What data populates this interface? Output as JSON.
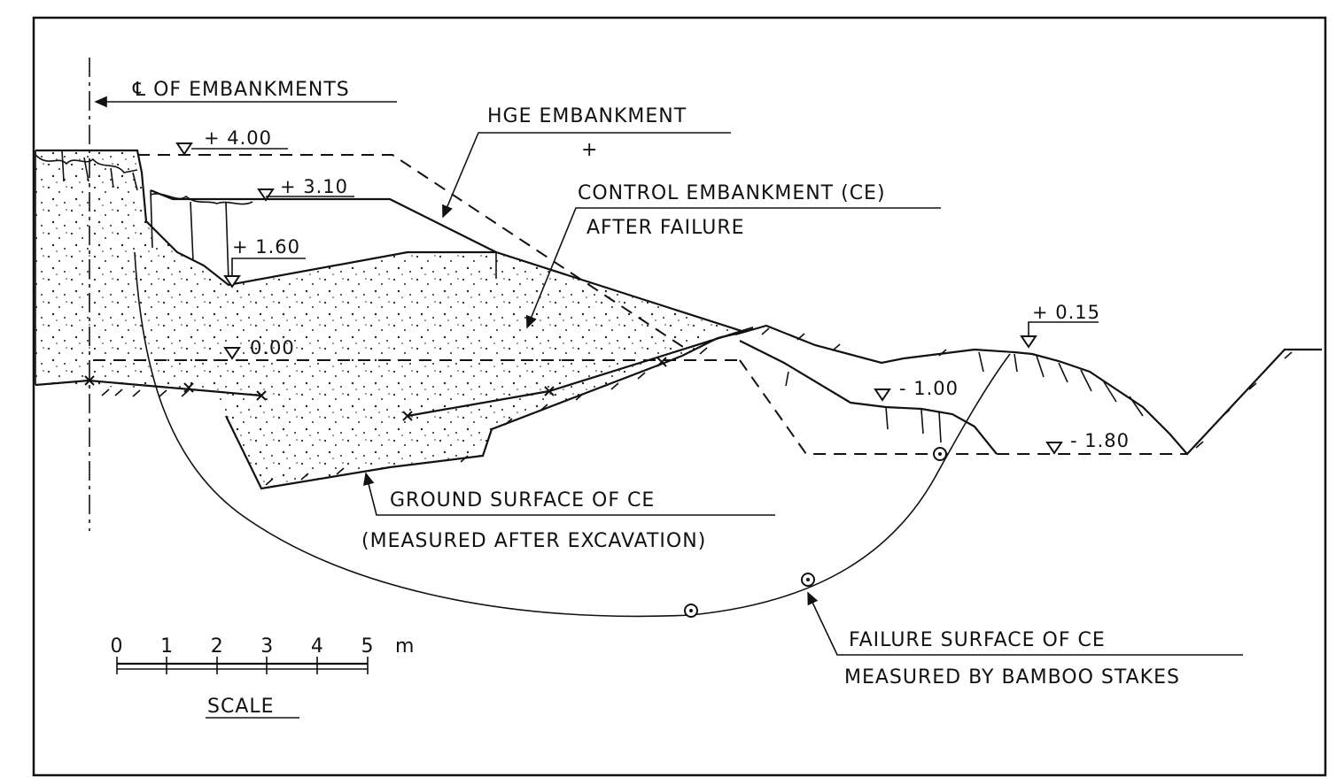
{
  "labels": {
    "centerline": "℄ OF EMBANKMENTS",
    "hge_embankment": "HGE EMBANKMENT",
    "plus": "+",
    "control_embankment": "CONTROL EMBANKMENT (CE)",
    "after_failure": "AFTER FAILURE",
    "ground_surface": "GROUND SURFACE OF CE",
    "measured_after_excavation": "(MEASURED AFTER EXCAVATION)",
    "failure_surface": "FAILURE SURFACE OF CE",
    "measured_by_stakes": "MEASURED BY BAMBOO STAKES"
  },
  "elevations": {
    "e400": "+ 4.00",
    "e310": "+ 3.10",
    "e160": "+ 1.60",
    "e000": "0.00",
    "e015": "+ 0.15",
    "em100": "- 1.00",
    "em180": "- 1.80"
  },
  "scale": {
    "ticks": [
      "0",
      "1",
      "2",
      "3",
      "4",
      "5"
    ],
    "unit": "m",
    "title": "SCALE"
  }
}
